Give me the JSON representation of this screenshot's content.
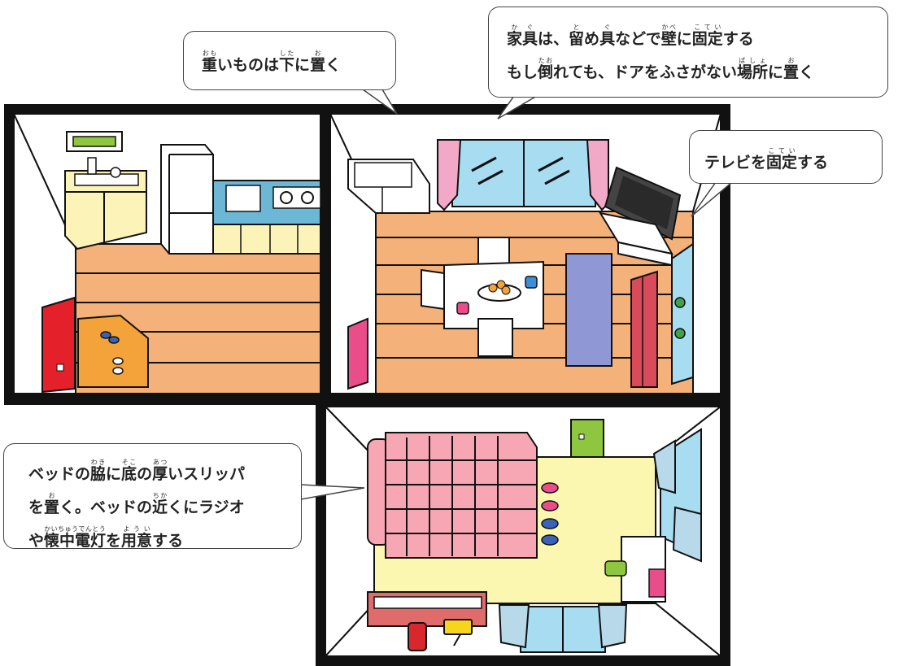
{
  "palette": {
    "outline": "#1a1a1a",
    "floor": "#f4b27a",
    "floor_light": "#fde3a8",
    "kitchen_cabinet": "#fbf3b8",
    "counter": "#6cb7d6",
    "window_glass": "#a8dcf0",
    "curtain_pink": "#f2a9c8",
    "curtain_blue": "#b7d9ea",
    "bed_pink": "#f6a7b3",
    "bedroom_floor": "#fbf7b0",
    "rug": "#8f97d4",
    "door_red": "#e4212b",
    "door_pink": "#e94e8b",
    "door_green": "#8fc63f",
    "bookshelf": "#d94a5b",
    "shelf_red": "#e06b6b",
    "callout_border": "#444444"
  },
  "callouts": {
    "heavy": {
      "line1": [
        {
          "t": "重",
          "r": "おも"
        },
        {
          "t": "いものは"
        },
        {
          "t": "下",
          "r": "した"
        },
        {
          "t": "に"
        },
        {
          "t": "置",
          "r": "お"
        },
        {
          "t": "く"
        }
      ]
    },
    "furniture": {
      "line1": [
        {
          "t": "家具",
          "r": "かぐ"
        },
        {
          "t": "は、"
        },
        {
          "t": "留",
          "r": "と"
        },
        {
          "t": "め"
        },
        {
          "t": "具",
          "r": "ぐ"
        },
        {
          "t": "などで"
        },
        {
          "t": "壁",
          "r": "かべ"
        },
        {
          "t": "に"
        },
        {
          "t": "固定",
          "r": "こてい"
        },
        {
          "t": "する"
        }
      ],
      "line2": [
        {
          "t": "もし"
        },
        {
          "t": "倒",
          "r": "たお"
        },
        {
          "t": "れても、ドアをふさがない"
        },
        {
          "t": "場所",
          "r": "ばしょ"
        },
        {
          "t": "に"
        },
        {
          "t": "置",
          "r": "お"
        },
        {
          "t": "く"
        }
      ]
    },
    "tv": {
      "line1": [
        {
          "t": "テレビを"
        },
        {
          "t": "固定",
          "r": "こてい"
        },
        {
          "t": "する"
        }
      ]
    },
    "bed": {
      "line1": [
        {
          "t": "ベッドの"
        },
        {
          "t": "脇",
          "r": "わき"
        },
        {
          "t": "に"
        },
        {
          "t": "底",
          "r": "そこ"
        },
        {
          "t": "の"
        },
        {
          "t": "厚",
          "r": "あつ"
        },
        {
          "t": "いスリッパ"
        }
      ],
      "line2": [
        {
          "t": "を"
        },
        {
          "t": "置",
          "r": "お"
        },
        {
          "t": "く。ベッドの"
        },
        {
          "t": "近",
          "r": "ちか"
        },
        {
          "t": "くにラジオ"
        }
      ],
      "line3": [
        {
          "t": "や"
        },
        {
          "t": "懐中電灯",
          "r": "かいちゅうでんとう"
        },
        {
          "t": "を"
        },
        {
          "t": "用意",
          "r": "ようい"
        },
        {
          "t": "する"
        }
      ]
    }
  }
}
